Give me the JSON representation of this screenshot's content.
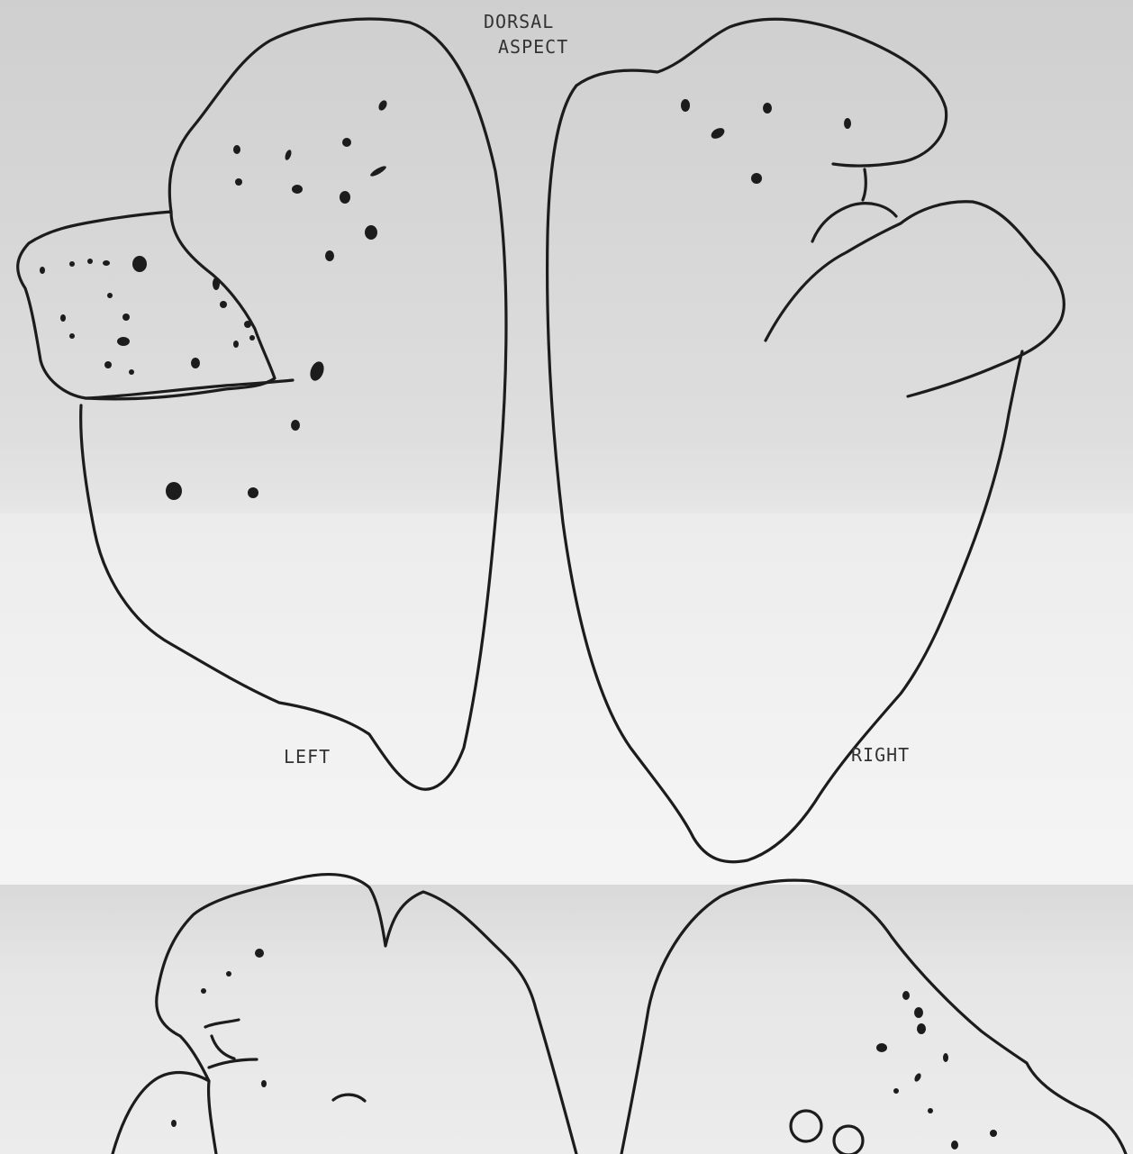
{
  "heading_line1": "DORSAL",
  "heading_line2": "ASPECT",
  "left_label": "LEFT",
  "right_label": "RIGHT",
  "colors": {
    "ink": "#1c1c1c",
    "paper": "#e6e6e6"
  }
}
